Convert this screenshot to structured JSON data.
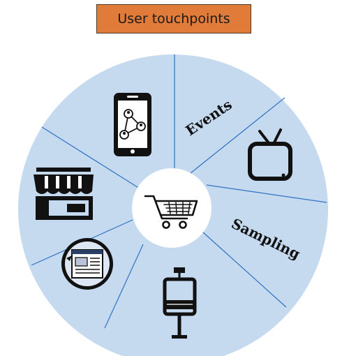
{
  "title": "User touchpoints",
  "labels": {
    "events": "Events",
    "sampling": "Sampling"
  },
  "colors": {
    "title_bg": "#e07b39",
    "wheel_fill": "#c5d9ef",
    "divider": "#2f73c4",
    "hub": "#ffffff",
    "icon": "#111111"
  },
  "icons": [
    "smartphone-network-icon",
    "tv-icon",
    "kiosk-icon",
    "newspaper-icon",
    "storefront-icon",
    "shopping-cart-icon"
  ]
}
